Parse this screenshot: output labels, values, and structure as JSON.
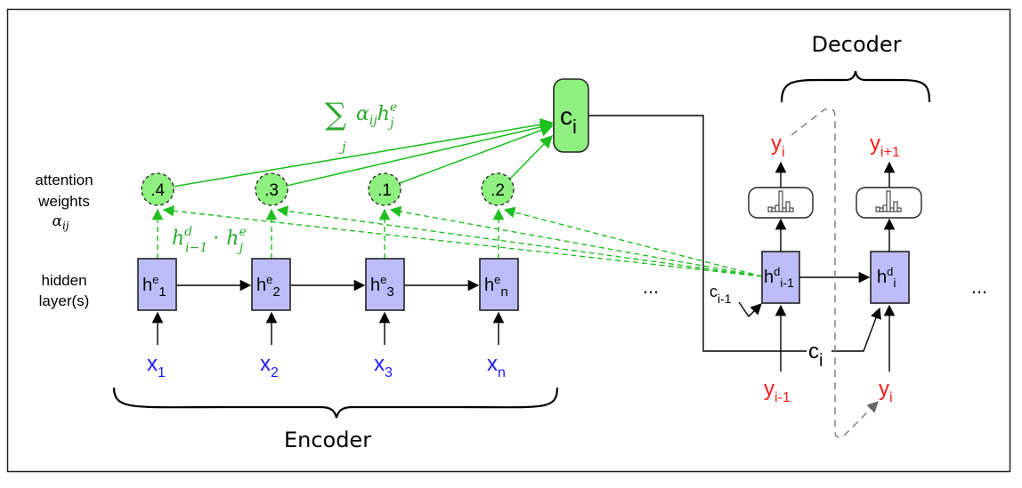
{
  "labels": {
    "attention_weights_line1": "attention",
    "attention_weights_line2": "weights",
    "attention_weights_symbol": "α",
    "attention_weights_sub": "ij",
    "hidden_layers_line1": "hidden",
    "hidden_layers_line2": "layer(s)",
    "encoder": "Encoder",
    "decoder": "Decoder",
    "ellipsis": "..."
  },
  "sum_formula": {
    "sigma": "∑",
    "index": "j",
    "alpha": "α",
    "alpha_sub": "ij",
    "h": "h",
    "h_sup": "e",
    "h_sub": "j"
  },
  "dot_formula": {
    "h1": "h",
    "h1_sup": "d",
    "h1_sub": "i−1",
    "dot": "·",
    "h2": "h",
    "h2_sup": "e",
    "h2_sub": "j"
  },
  "attention_weights": [
    {
      "value": ".4"
    },
    {
      "value": ".3"
    },
    {
      "value": ".1"
    },
    {
      "value": ".2"
    }
  ],
  "encoder_states": [
    {
      "base": "h",
      "sup": "e",
      "sub": "1"
    },
    {
      "base": "h",
      "sup": "e",
      "sub": "2"
    },
    {
      "base": "h",
      "sup": "e",
      "sub": "3"
    },
    {
      "base": "h",
      "sup": "e",
      "sub": "n"
    }
  ],
  "inputs": [
    {
      "base": "x",
      "sub": "1"
    },
    {
      "base": "x",
      "sub": "2"
    },
    {
      "base": "x",
      "sub": "3"
    },
    {
      "base": "x",
      "sub": "n"
    }
  ],
  "context": {
    "base": "c",
    "sub": "i"
  },
  "decoder_states": [
    {
      "base": "h",
      "sup": "d",
      "sub": "i-1"
    },
    {
      "base": "h",
      "sup": "d",
      "sub": "i"
    }
  ],
  "decoder_outputs": [
    {
      "base": "y",
      "sub": "i"
    },
    {
      "base": "y",
      "sub": "i+1"
    }
  ],
  "decoder_inputs": [
    {
      "base": "y",
      "sub": "i-1"
    },
    {
      "base": "y",
      "sub": "i"
    }
  ],
  "context_prev": {
    "base": "c",
    "sub": "i-1"
  },
  "context_curr": {
    "base": "c",
    "sub": "i"
  },
  "colors": {
    "encoder_box": "#bcbcf8",
    "attention_green": "#8ef07e",
    "arrow_green": "#1fbf1f",
    "input_blue": "#1a1aff",
    "output_red": "#ff1a1a"
  }
}
